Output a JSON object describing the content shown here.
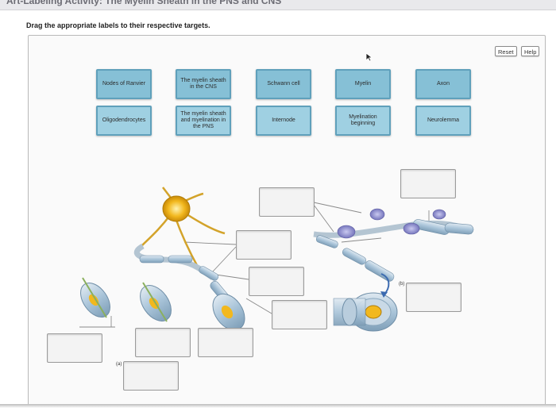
{
  "header": {
    "title": "Art-Labeling Activity: The Myelin Sheath in the PNS and CNS"
  },
  "instructions": "Drag the appropriate labels to their respective targets.",
  "toolbar": {
    "reset_label": "Reset",
    "help_label": "Help"
  },
  "labels": [
    "Nodes of Ranvier",
    "The myelin sheath in the CNS",
    "Schwann cell",
    "Myelin",
    "Axon",
    "Oligodendrocytes",
    "The myelin sheath and myelination in the PNS",
    "Internode",
    "Myelination beginning",
    "Neurolemma"
  ],
  "figure": {
    "part_a": "(a)",
    "part_b": "(b)"
  },
  "colors": {
    "label_fill": "#86c0d6",
    "myelin_blue": "#9ebfd6",
    "oligodendrocyte_yellow": "#f2b81e",
    "schwann_purple": "#8c8ccf"
  }
}
